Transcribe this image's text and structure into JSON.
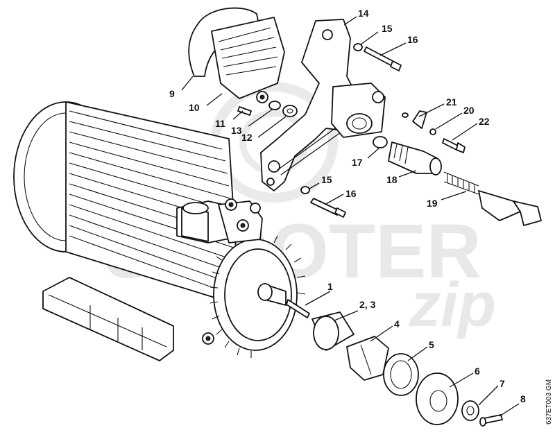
{
  "watermark": {
    "text": "SCOOTER",
    "script": "zip"
  },
  "drawing_code": "637ET003 GM",
  "callouts": [
    {
      "id": "c1",
      "label": "1"
    },
    {
      "id": "c2",
      "label": "2, 3"
    },
    {
      "id": "c4",
      "label": "4"
    },
    {
      "id": "c5",
      "label": "5"
    },
    {
      "id": "c6",
      "label": "6"
    },
    {
      "id": "c7",
      "label": "7"
    },
    {
      "id": "c8",
      "label": "8"
    },
    {
      "id": "c9",
      "label": "9"
    },
    {
      "id": "c10",
      "label": "10"
    },
    {
      "id": "c11",
      "label": "11"
    },
    {
      "id": "c12",
      "label": "12"
    },
    {
      "id": "c13",
      "label": "13"
    },
    {
      "id": "c14",
      "label": "14"
    },
    {
      "id": "c15a",
      "label": "15"
    },
    {
      "id": "c16a",
      "label": "16"
    },
    {
      "id": "c17",
      "label": "17"
    },
    {
      "id": "c18",
      "label": "18"
    },
    {
      "id": "c19",
      "label": "19"
    },
    {
      "id": "c20",
      "label": "20"
    },
    {
      "id": "c21",
      "label": "21"
    },
    {
      "id": "c22",
      "label": "22"
    },
    {
      "id": "c15b",
      "label": "15"
    },
    {
      "id": "c16b",
      "label": "16"
    }
  ]
}
